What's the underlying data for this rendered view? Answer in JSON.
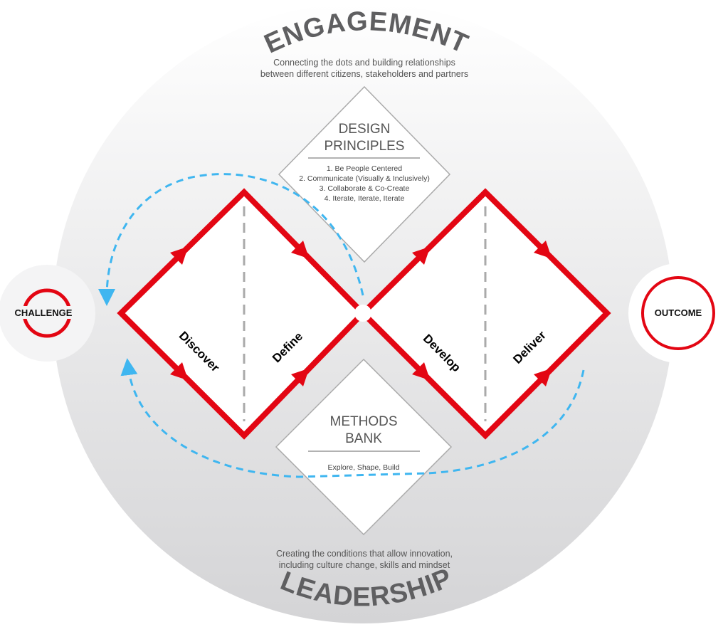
{
  "engagement": {
    "title": "ENGAGEMENT",
    "line1": "Connecting the dots and building relationships",
    "line2": "between different citizens, stakeholders and partners"
  },
  "design_principles": {
    "title_line1": "DESIGN",
    "title_line2": "PRINCIPLES",
    "items": [
      "1. Be People Centered",
      "2. Communicate (Visually & Inclusively)",
      "3. Collaborate & Co-Create",
      "4. Iterate, Iterate, Iterate"
    ]
  },
  "phases": [
    "Discover",
    "Define",
    "Develop",
    "Deliver"
  ],
  "challenge": "CHALLENGE",
  "outcome": "OUTCOME",
  "methods_bank": {
    "title_line1": "METHODS",
    "title_line2": "BANK",
    "subtitle": "Explore, Shape, Build"
  },
  "leadership": {
    "title": "LEADERSHIP",
    "line1": "Creating the conditions that allow innovation,",
    "line2": "including culture change, skills and mindset"
  },
  "colors": {
    "red": "#e30613",
    "blue": "#3fb6f0",
    "gray": "#5f5f61"
  }
}
